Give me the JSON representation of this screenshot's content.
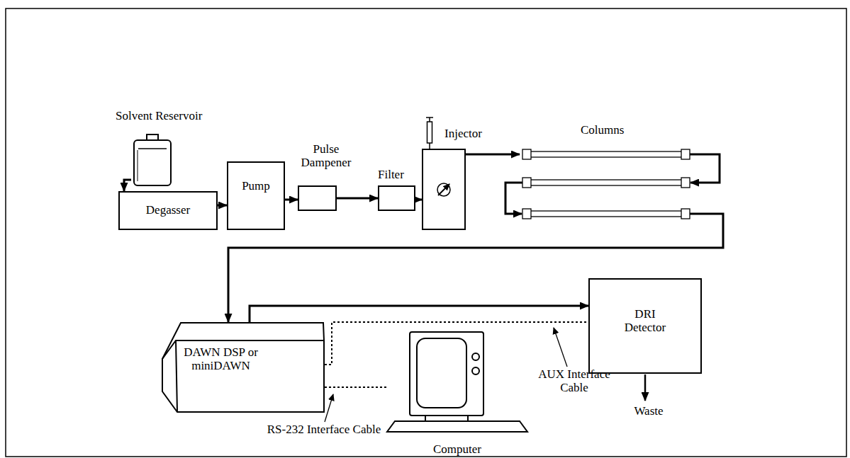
{
  "diagram": {
    "nodes": [
      {
        "text": [
          "Solvent Reservoir"
        ]
      },
      {
        "text": [
          "Degasser"
        ]
      },
      {
        "text": [
          "Pump"
        ]
      },
      {
        "text": [
          "Pulse Dampener"
        ]
      },
      {
        "text": [
          "Filter"
        ]
      },
      {
        "text": [
          "Injector"
        ]
      },
      {
        "text": [
          "Columns"
        ]
      },
      {
        "text": [
          "DAWN DSP or miniDAWN"
        ]
      },
      {
        "text": [
          "DRI Detector"
        ]
      },
      {
        "text": [
          "Computer"
        ]
      }
    ],
    "edges": [
      {
        "from": 0,
        "to": 1,
        "arrow": "to"
      },
      {
        "from": 1,
        "to": 2,
        "arrow": "to"
      },
      {
        "from": 2,
        "to": 3,
        "arrow": "to"
      },
      {
        "from": 3,
        "to": 4,
        "arrow": "to"
      },
      {
        "from": 4,
        "to": 5,
        "arrow": "to"
      },
      {
        "from": 5,
        "to": 6,
        "arrow": "to"
      },
      {
        "from": 6,
        "to": 7,
        "arrow": "to"
      },
      {
        "from": 7,
        "to": 8,
        "arrow": "to"
      },
      {
        "from": 7,
        "to": 8,
        "arrow": "none"
      },
      {
        "from": 7,
        "to": 9,
        "arrow": "none"
      }
    ],
    "labels": [
      "Waste",
      "AUX Interface Cable",
      "RS-232 Interface Cable"
    ]
  }
}
